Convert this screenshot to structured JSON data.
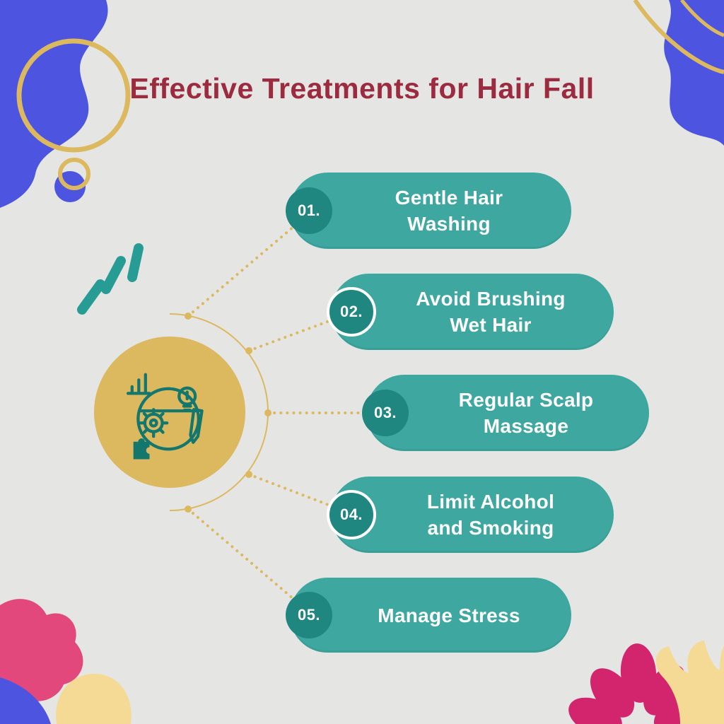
{
  "title": "Effective Treatments for Hair Fall",
  "items": [
    {
      "number": "01.",
      "lines": [
        "Gentle Hair",
        "Washing"
      ]
    },
    {
      "number": "02.",
      "lines": [
        "Avoid Brushing",
        "Wet Hair"
      ]
    },
    {
      "number": "03.",
      "lines": [
        "Regular Scalp",
        "Massage"
      ]
    },
    {
      "number": "04.",
      "lines": [
        "Limit Alcohol",
        "and Smoking"
      ]
    },
    {
      "number": "05.",
      "lines": [
        "Manage Stress"
      ]
    }
  ],
  "icons": {
    "hub": "hair-care-strategy-icon",
    "hub_parts": [
      "bar-chart",
      "gear",
      "lightbulb",
      "pencil",
      "puzzle-piece"
    ]
  },
  "colors": {
    "background": "#e5e6e4",
    "title": "#9c2b3f",
    "pill": "#3da7a0",
    "pillDark": "#1f8680",
    "gold": "#dcb85f",
    "decorBlue": "#4d55e0",
    "decorPink": "#e2487c",
    "decorMagenta": "#d2256d",
    "decorYellow": "#f4da94",
    "decorTeal": "#279c95",
    "textOnPill": "#ffffff"
  }
}
